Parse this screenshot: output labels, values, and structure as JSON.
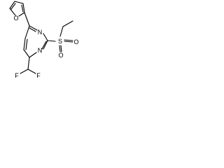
{
  "molecule": {
    "atoms": {
      "furan_oxygen": "O",
      "ring_nitrogen_top": "N",
      "ring_nitrogen_bottom": "N",
      "sulfur": "S",
      "sulfonyl_oxygen_right": "O",
      "sulfonyl_oxygen_bottom": "O",
      "fluorine_left": "F",
      "fluorine_right": "F"
    },
    "colors": {
      "bond": "#000000",
      "label": "#000000",
      "background": "#ffffff"
    }
  }
}
